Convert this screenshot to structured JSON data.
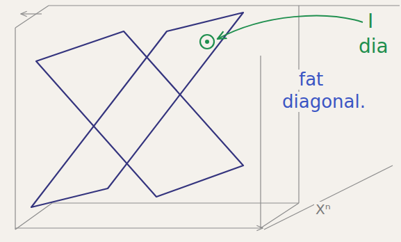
{
  "diagram": {
    "labels": [
      "I",
      "dia",
      "fat",
      "diagonal.",
      "Xⁿ"
    ]
  }
}
